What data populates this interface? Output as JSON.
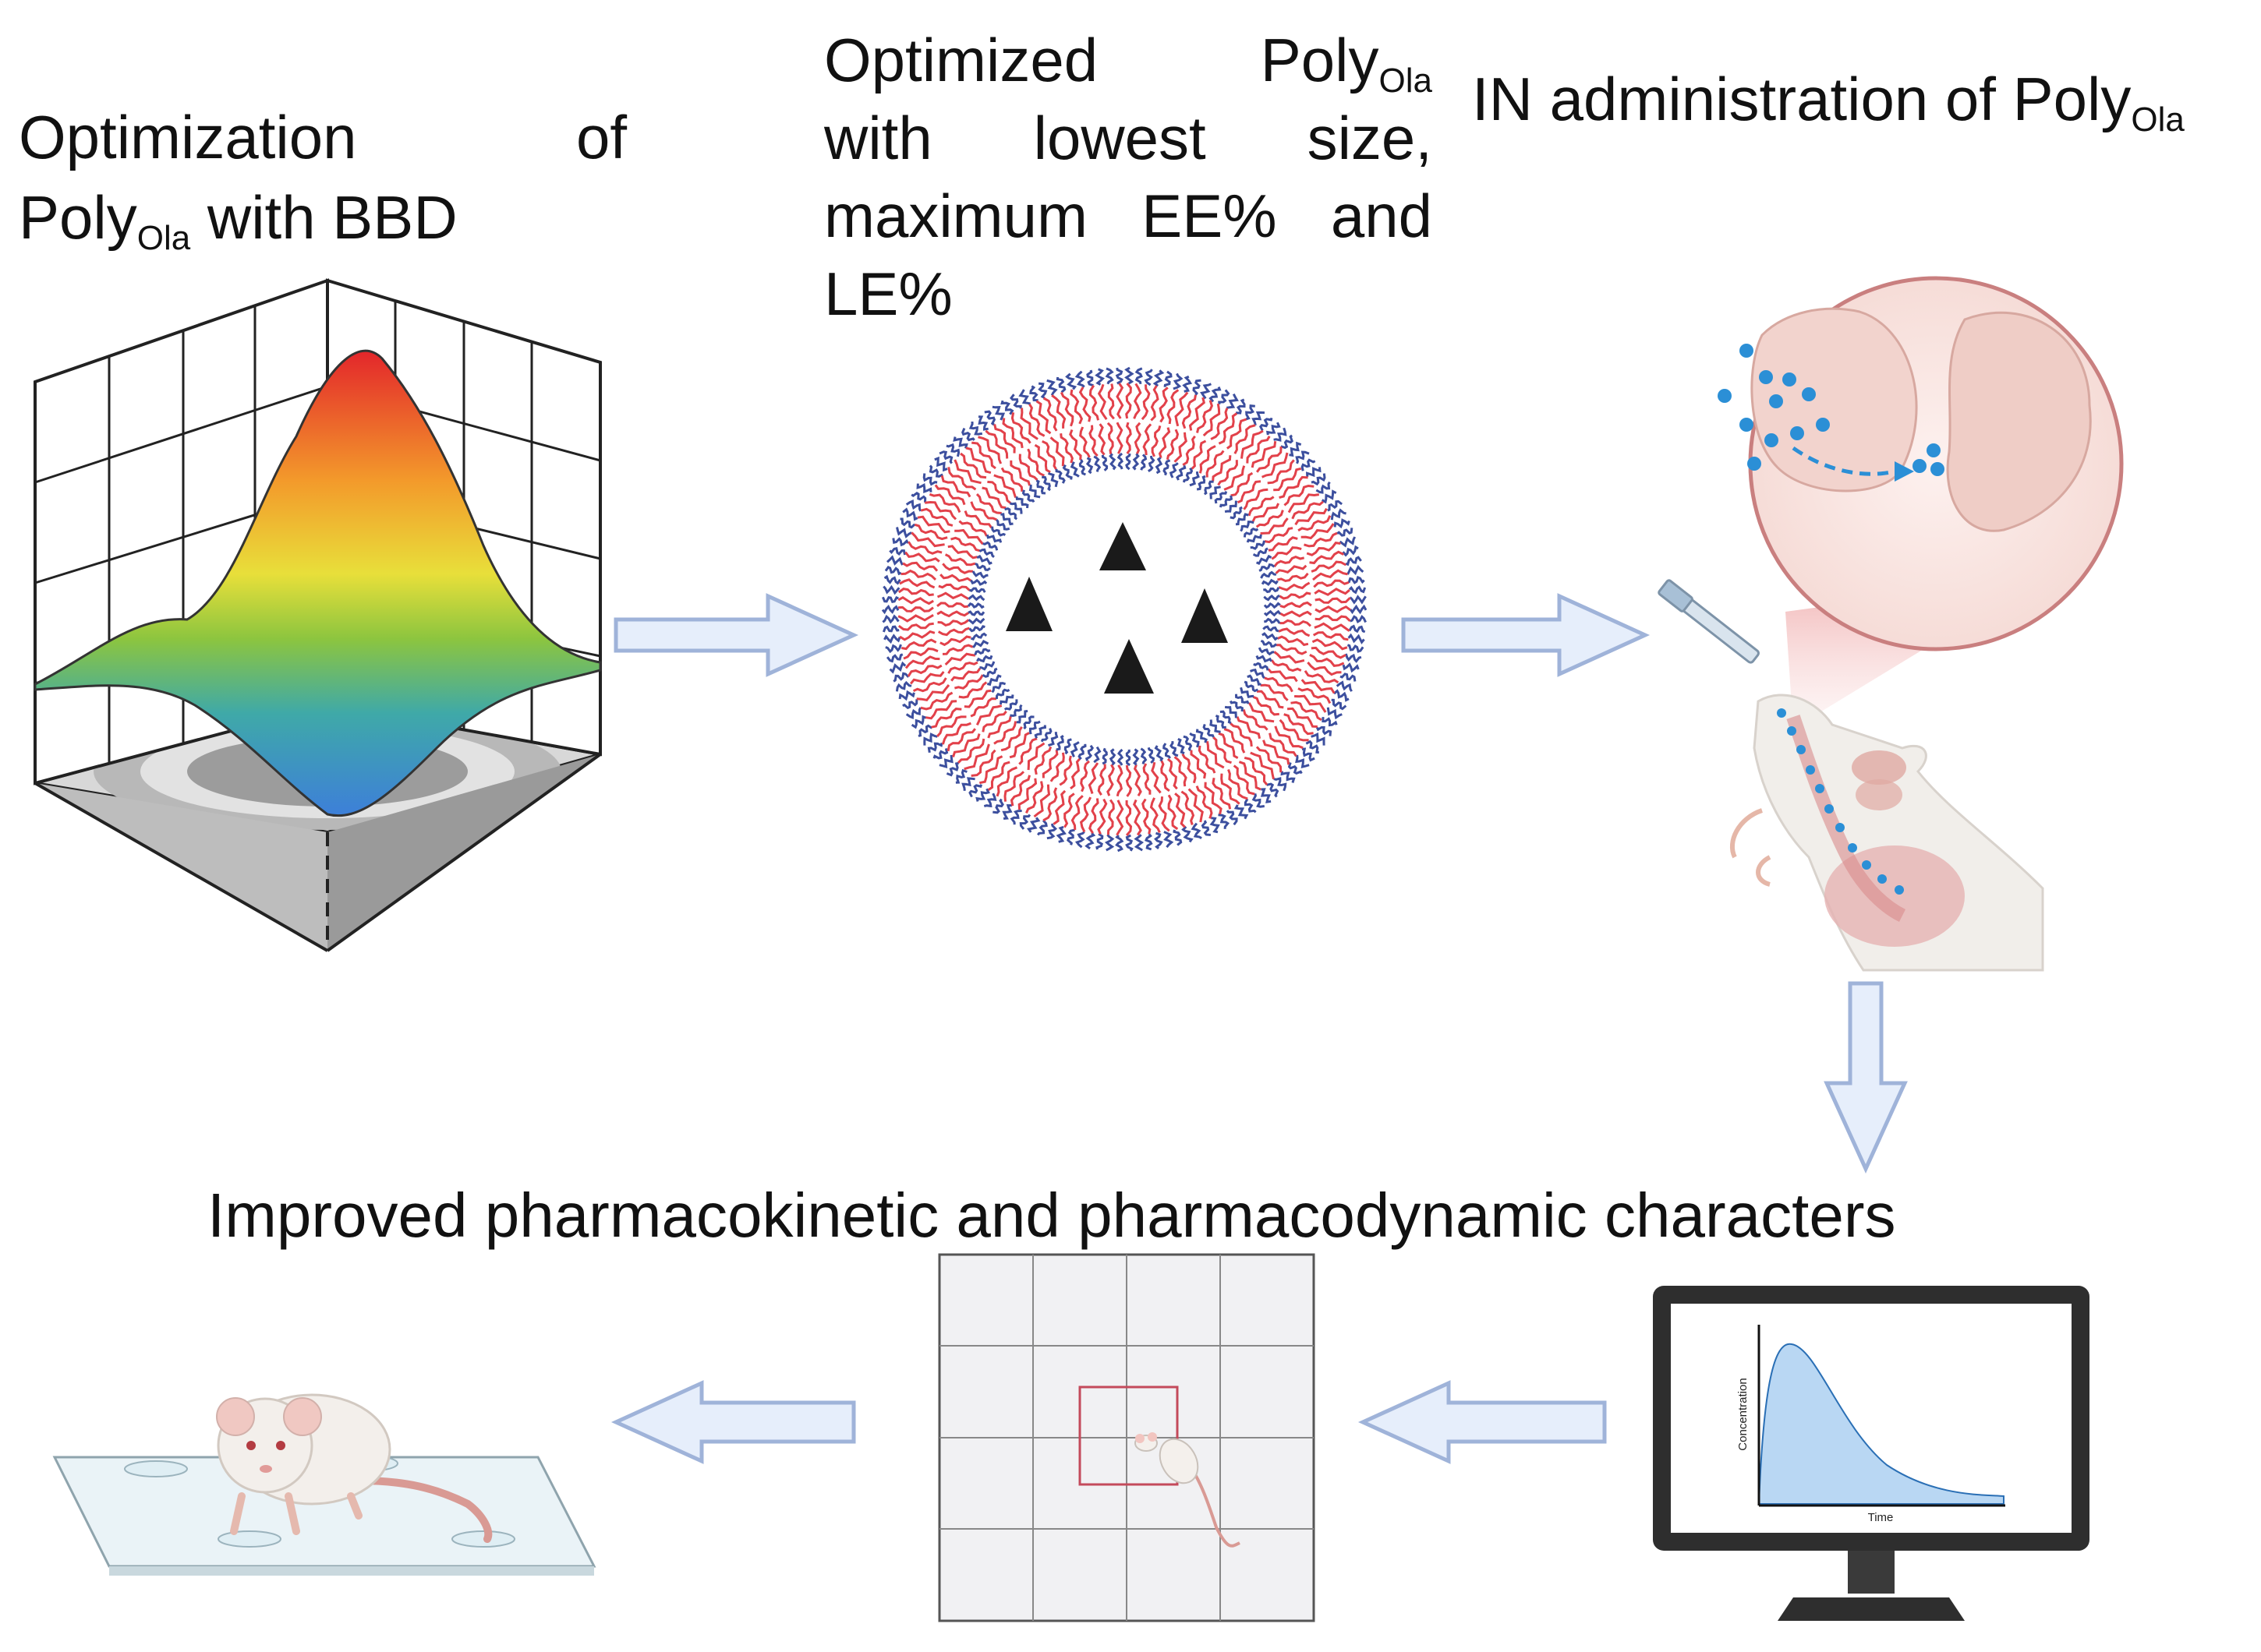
{
  "steps": {
    "optimization": {
      "line1_word1": "Optimization",
      "line1_word2": "of",
      "line2_main": "Poly",
      "line2_sub": "Ola",
      "line2_rest": " with BBD"
    },
    "optimized": {
      "line1_word1": "Optimized",
      "line1_main": "Poly",
      "line1_sub": "Ola",
      "line2_words": [
        "with",
        "lowest",
        "size,"
      ],
      "line3_words": [
        "maximum",
        "EE%",
        "and"
      ],
      "line4": "LE%"
    },
    "administration": {
      "main": "IN administration of Poly",
      "sub": "Ola"
    }
  },
  "heading": "Improved pharmacokinetic and pharmacodynamic characters",
  "pk_chart": {
    "ylabel": "Concentration",
    "xlabel": "Time"
  },
  "colors": {
    "arrow_fill": "#e6eefb",
    "arrow_stroke": "#9fb3d9",
    "lipid_head": "#3c4f9e",
    "lipid_tail": "#e2414a",
    "drug": "#1a1a1a",
    "nanoparticle": "#2b8fd6",
    "curve_fill": "#b9d7f3",
    "monitor": "#2e2e2e"
  },
  "icons": [
    "surface-plot-icon",
    "nanoparticle-icon",
    "brain-delivery-icon",
    "monitor-chart-icon",
    "open-field-icon",
    "mouse-behavior-icon",
    "arrow-right-icon",
    "arrow-down-icon",
    "arrow-left-icon"
  ]
}
